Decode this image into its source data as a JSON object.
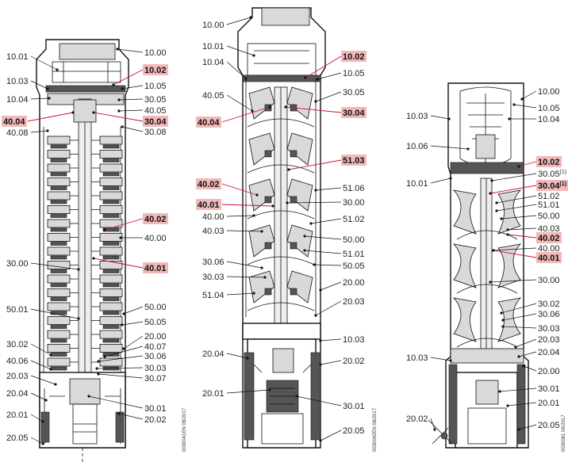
{
  "diagrams": [
    {
      "name": "left-pump",
      "labels": {
        "l1": "10.01",
        "l2": "10.03",
        "l3": "10.04",
        "l4": "40.04",
        "l5": "40.08",
        "l6": "30.00",
        "l7": "50.01",
        "l8": "30.02",
        "l9": "40.06",
        "l10": "20.03",
        "l11": "20.04",
        "l12": "20.01",
        "l13": "20.05",
        "r1": "10.00",
        "r2": "10.02",
        "r3": "10.05",
        "r4": "30.05",
        "r5": "40.05",
        "r6": "30.04",
        "r7": "30.08",
        "r8": "40.02",
        "r9": "40.00",
        "r10": "40.01",
        "r11": "50.00",
        "r12": "50.05",
        "r13": "20.00",
        "r14": "40.07",
        "r15": "30.06",
        "r16": "30.03",
        "r17": "30.07",
        "r18": "30.01",
        "r19": "20.02"
      },
      "code": "0030041EN 08/2017"
    },
    {
      "name": "middle-pump",
      "labels": {
        "l1": "10.00",
        "l2": "10.01",
        "l3": "10.04",
        "l4": "40.05",
        "l5": "40.04",
        "l6": "40.02",
        "l7": "40.01",
        "l8": "40.00",
        "l9": "40.03",
        "l10": "30.06",
        "l11": "30.03",
        "l12": "51.04",
        "l13": "20.04",
        "l14": "20.01",
        "r1": "10.02",
        "r2": "10.05",
        "r3": "30.05",
        "r4": "30.04",
        "r5": "51.03",
        "r6": "51.06",
        "r7": "30.00",
        "r8": "51.02",
        "r9": "50.00",
        "r10": "51.01",
        "r11": "50.05",
        "r12": "20.00",
        "r13": "20.03",
        "r14": "10.03",
        "r15": "20.02",
        "r16": "30.01",
        "r17": "20.05"
      },
      "code": "0030042EN 08/2017"
    },
    {
      "name": "right-pump",
      "labels": {
        "l1": "10.03",
        "l2": "10.06",
        "l3": "10.01",
        "l4": "10.03",
        "l5": "20.02",
        "r1": "10.00",
        "r2": "10.05",
        "r3": "10.04",
        "r4": "10.02",
        "r5": "30.05",
        "r5sup": "(1)",
        "r6": "30.04",
        "r6sup": "(1)",
        "r7": "51.02",
        "r8": "51.01",
        "r9": "50.00",
        "r10": "40.03",
        "r11": "40.02",
        "r12": "40.00",
        "r13": "40.01",
        "r14": "30.00",
        "r15": "30.02",
        "r16": "30.06",
        "r17": "30.03",
        "r18": "20.03",
        "r19": "20.04",
        "r20": "20.00",
        "r21": "30.01",
        "r22": "20.01",
        "r23": "20.05"
      },
      "code": "0030061 09/2017"
    }
  ],
  "colors": {
    "highlight": "#f2b8b8",
    "highlight_leader": "#c8102e",
    "line": "#111111"
  }
}
